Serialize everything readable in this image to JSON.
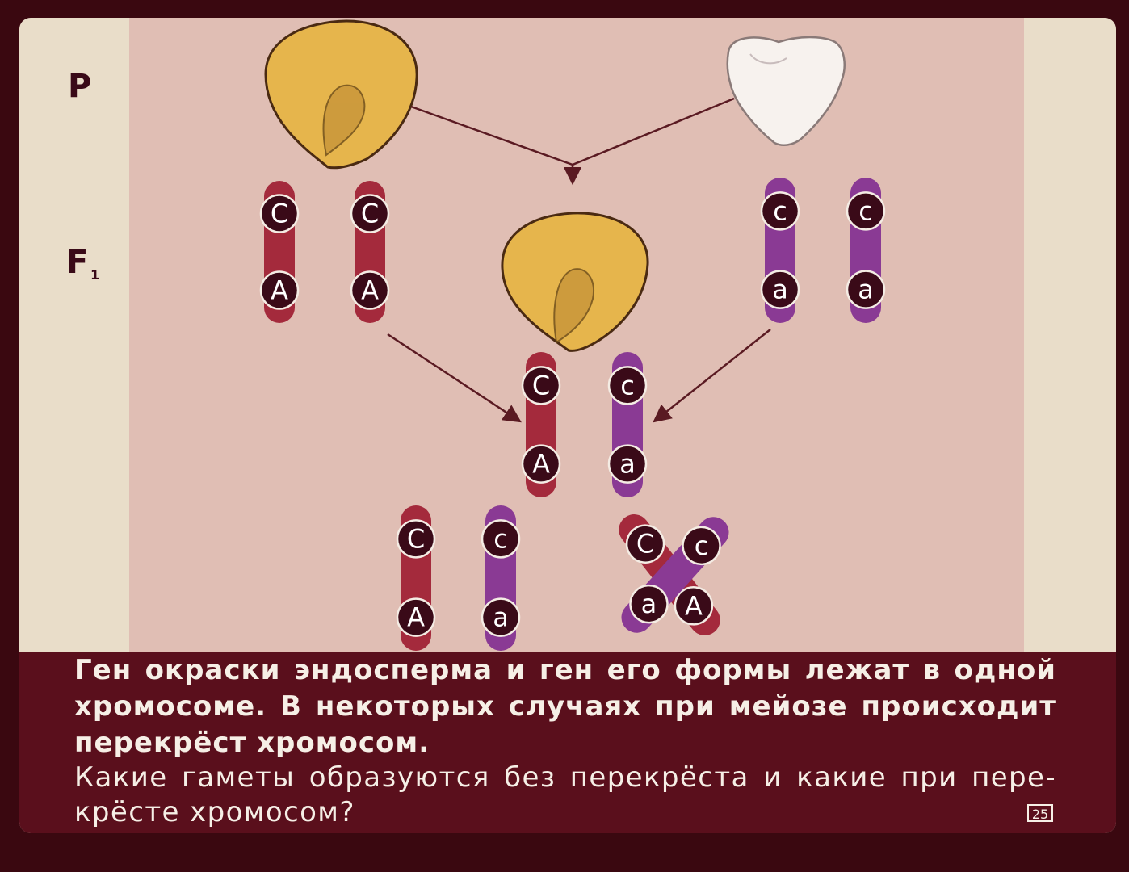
{
  "labels": {
    "p": "P",
    "f1": "F",
    "f1_sub": "1"
  },
  "colors": {
    "dominant_chromosome": "#a42a3c",
    "recessive_chromosome": "#8a3a94",
    "yellow_seed": "#e6b54c",
    "white_seed": "#f7f2ee",
    "background": "#e0beb4",
    "caption_bg": "#5a0f1c"
  },
  "chromosomes": {
    "parent_dominant": [
      {
        "top": "C",
        "bottom": "A"
      },
      {
        "top": "C",
        "bottom": "A"
      }
    ],
    "parent_recessive": [
      {
        "top": "c",
        "bottom": "a"
      },
      {
        "top": "c",
        "bottom": "a"
      }
    ],
    "f1_pair": [
      {
        "top": "C",
        "bottom": "A"
      },
      {
        "top": "c",
        "bottom": "a"
      }
    ],
    "no_crossover": [
      {
        "top": "C",
        "bottom": "A"
      },
      {
        "top": "c",
        "bottom": "a"
      }
    ],
    "crossover": {
      "dominant_top": "C",
      "dominant_bottom": "A",
      "recessive_top": "c",
      "recessive_bottom": "a"
    }
  },
  "caption": {
    "line1": "Ген окраски эндосперма и ген его формы лежат в одной",
    "line2": "хромосоме. В некоторых случаях при мейозе происходит",
    "line3": "перекрёст хромосом.",
    "line4": "Какие гаметы образуются без перекрёста и какие при пере-",
    "line5": "крёсте хромосом?"
  },
  "slide_number": "25"
}
